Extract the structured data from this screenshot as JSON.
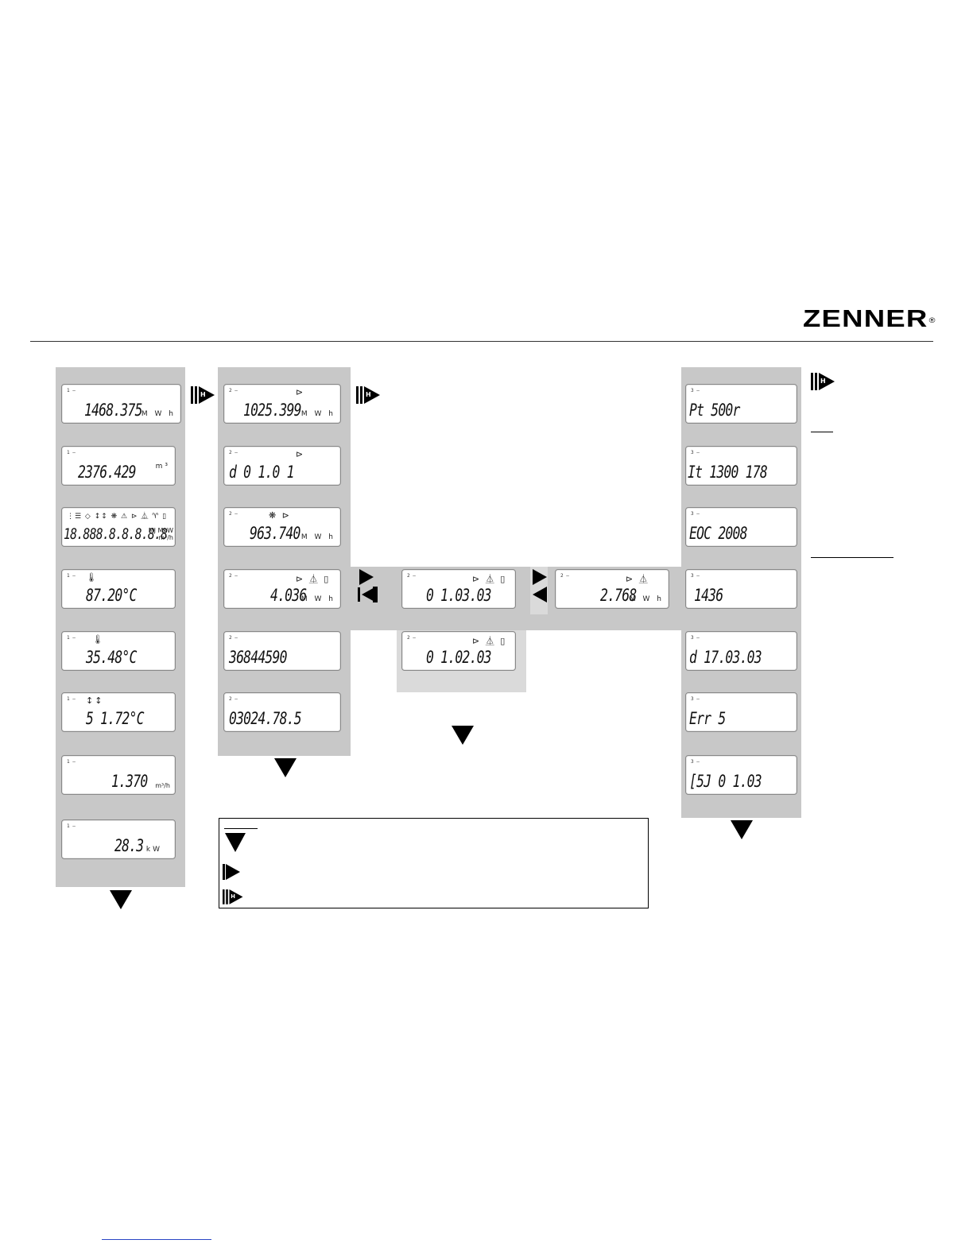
{
  "brand": {
    "name": "ZENNER",
    "registered": "®"
  },
  "level1": [
    {
      "level": "1 —",
      "value": "1468.375",
      "unit": "M W h",
      "symbols": ""
    },
    {
      "level": "1 —",
      "value": "2376.429",
      "unit": "m³",
      "symbols": ""
    },
    {
      "level": "",
      "value": "18.888.8.8.8.8.8",
      "unit": "MJ MkW m³/h",
      "symbols": "⋮☰ ◇ ↕↕ ❋ ⚠ ⊳ ⏅ ♈ ▯"
    },
    {
      "level": "1 —",
      "value": "87.20°C",
      "unit": "",
      "symbols": "🌡"
    },
    {
      "level": "1 —",
      "value": "35.48°C",
      "unit": "",
      "symbols": "🌡"
    },
    {
      "level": "1 —",
      "value": "5 1.72°C",
      "unit": "",
      "symbols": "↕↕"
    },
    {
      "level": "1 —",
      "value": "1.370",
      "unit": "m³/h",
      "symbols": ""
    },
    {
      "level": "1 —",
      "value": "28.3",
      "unit": "kW",
      "symbols": ""
    }
  ],
  "level2": [
    {
      "level": "2 —",
      "value": "1025.399",
      "unit": "M W h",
      "symbols": "⊳"
    },
    {
      "level": "2 —",
      "value": "d      0 1.0 1",
      "unit": "",
      "symbols": "⊳"
    },
    {
      "level": "2 —",
      "value": "963.740",
      "unit": "M W h",
      "symbols": "❋      ⊳"
    },
    {
      "level": "2 —",
      "value": "4.036",
      "unit": "M W h",
      "symbols": "⊳ ⏅   ▯"
    },
    {
      "level": "2 —",
      "value": "36844590",
      "unit": "",
      "symbols": ""
    },
    {
      "level": "2 —",
      "value": "03024.78.5",
      "unit": "",
      "symbols": ""
    }
  ],
  "level2_sub": [
    {
      "level": "2 —",
      "value": "0 1.03.03",
      "unit": "",
      "symbols": "⊳ ⏅   ▯"
    },
    {
      "level": "2 —",
      "value": "2.768",
      "unit": "M W h",
      "symbols": "⊳ ⏅"
    },
    {
      "level": "2 —",
      "value": "0 1.02.03",
      "unit": "",
      "symbols": "⊳ ⏅   ▯"
    }
  ],
  "level3": [
    {
      "level": "3 —",
      "value": "Pt     500r",
      "unit": "",
      "symbols": ""
    },
    {
      "level": "3 —",
      "value": "It 1300 178",
      "unit": "",
      "symbols": ""
    },
    {
      "level": "3 —",
      "value": "EOC  2008",
      "unit": "",
      "symbols": ""
    },
    {
      "level": "3 —",
      "value": "  1436",
      "unit": "",
      "symbols": ""
    },
    {
      "level": "3 —",
      "value": "d  17.03.03",
      "unit": "",
      "symbols": ""
    },
    {
      "level": "3 —",
      "value": "Err       5",
      "unit": "",
      "symbols": ""
    },
    {
      "level": "3 —",
      "value": "[5J  0 1.03",
      "unit": "",
      "symbols": ""
    }
  ],
  "hold_icon_label": "H"
}
